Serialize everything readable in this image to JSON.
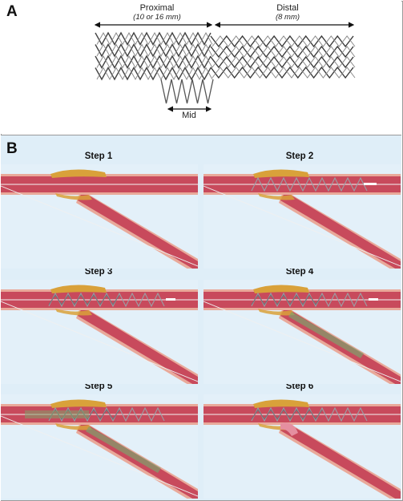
{
  "panel_a": {
    "letter": "A",
    "proximal_label": "Proximal",
    "proximal_sub": "(10 or 16 mm)",
    "distal_label": "Distal",
    "distal_sub": "(8 mm)",
    "mid_label": "Mid"
  },
  "panel_b": {
    "letter": "B",
    "steps": [
      "Step 1",
      "Step 2",
      "Step 3",
      "Step 4",
      "Step 5",
      "Step 6"
    ]
  },
  "colors": {
    "vessel": "#c84a5c",
    "vessel_wall": "#e9a99a",
    "plaque": "#d9a13a",
    "background_b": "#dfeef8",
    "stent": "#8a8a8a"
  }
}
